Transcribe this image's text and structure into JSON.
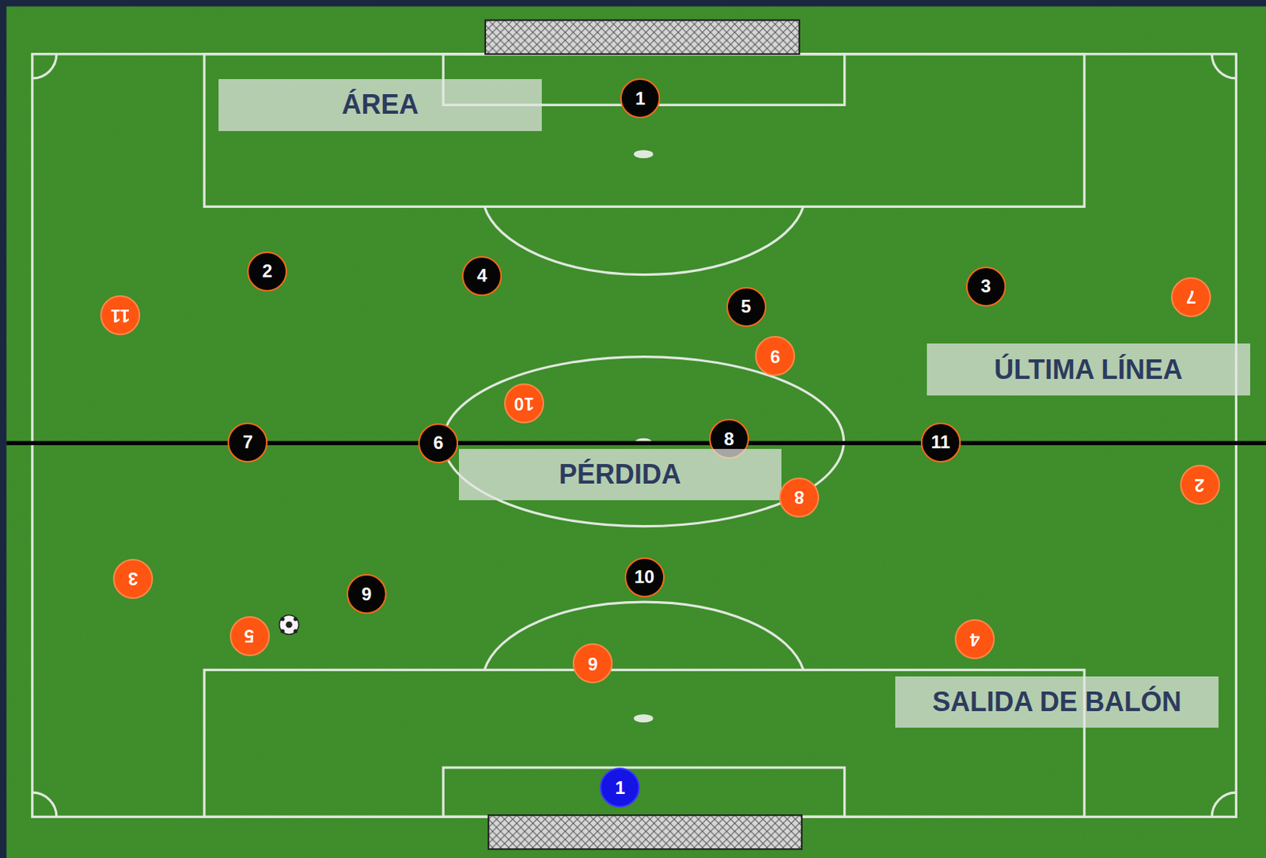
{
  "diagram": {
    "nodes": [
      {
        "text": [
          "ÁREA"
        ]
      },
      {
        "text": [
          "1"
        ]
      },
      {
        "text": [
          "2"
        ]
      },
      {
        "text": [
          "4"
        ]
      },
      {
        "text": [
          "3"
        ]
      },
      {
        "text": [
          "7"
        ]
      },
      {
        "text": [
          "5"
        ]
      },
      {
        "text": [
          "11"
        ]
      },
      {
        "text": [
          "9"
        ]
      },
      {
        "text": [
          "ÚLTIMA LÍNEA"
        ]
      },
      {
        "text": [
          "10"
        ]
      },
      {
        "text": [
          "8"
        ]
      },
      {
        "text": [
          "7"
        ]
      },
      {
        "text": [
          "6"
        ]
      },
      {
        "text": [
          "11"
        ]
      },
      {
        "text": [
          "PÉRDIDA"
        ]
      },
      {
        "text": [
          "2"
        ]
      },
      {
        "text": [
          "8"
        ]
      },
      {
        "text": [
          "10"
        ]
      },
      {
        "text": [
          "3"
        ]
      },
      {
        "text": [
          "9"
        ]
      },
      {
        "text": [
          "5"
        ]
      },
      {
        "text": [
          "4"
        ]
      },
      {
        "text": [
          "6"
        ]
      },
      {
        "text": [
          "SALIDA DE BALÓN"
        ]
      },
      {
        "text": [
          "1"
        ]
      }
    ]
  }
}
